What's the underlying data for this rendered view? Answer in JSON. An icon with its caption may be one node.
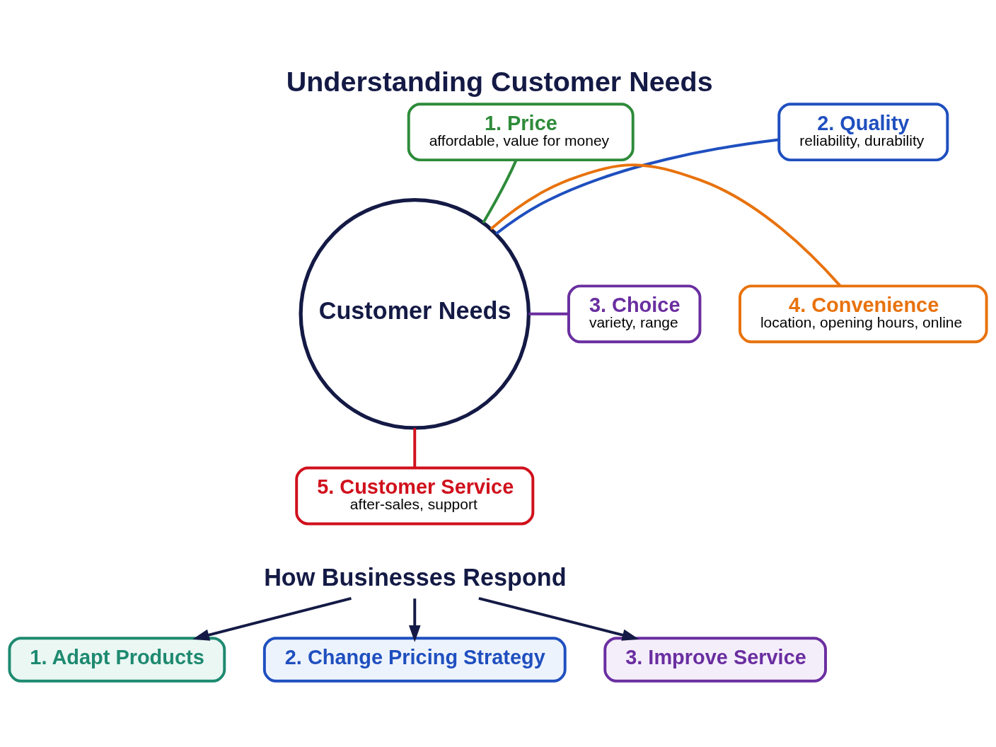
{
  "diagram": {
    "title": "Understanding Customer Needs",
    "nodes": [
      {
        "text": [
          "Customer Needs"
        ]
      },
      {
        "text": [
          "1. Price",
          "affordable, value for money"
        ]
      },
      {
        "text": [
          "2. Quality",
          "reliability, durability"
        ]
      },
      {
        "text": [
          "3. Choice",
          "variety, range"
        ]
      },
      {
        "text": [
          "4. Convenience",
          "location, opening hours, online"
        ]
      },
      {
        "text": [
          "5. Customer Service",
          "after-sales, support"
        ]
      },
      {
        "text": [
          "How Businesses Respond"
        ]
      },
      {
        "text": [
          "1. Adapt Products"
        ]
      },
      {
        "text": [
          "2. Change Pricing Strategy"
        ]
      },
      {
        "text": [
          "3. Improve Service"
        ]
      }
    ],
    "edges": [
      {
        "from": 0,
        "to": 1,
        "arrow": "none",
        "color": "#2e8b3a"
      },
      {
        "from": 0,
        "to": 2,
        "arrow": "none",
        "color": "#1f4fbf"
      },
      {
        "from": 0,
        "to": 3,
        "arrow": "none",
        "color": "#6a2ea0"
      },
      {
        "from": 0,
        "to": 4,
        "arrow": "none",
        "color": "#e8720c"
      },
      {
        "from": 0,
        "to": 5,
        "arrow": "none",
        "color": "#d0101c"
      },
      {
        "from": 6,
        "to": 7,
        "arrow": "to"
      },
      {
        "from": 6,
        "to": 8,
        "arrow": "to"
      },
      {
        "from": 6,
        "to": 9,
        "arrow": "to"
      }
    ]
  }
}
